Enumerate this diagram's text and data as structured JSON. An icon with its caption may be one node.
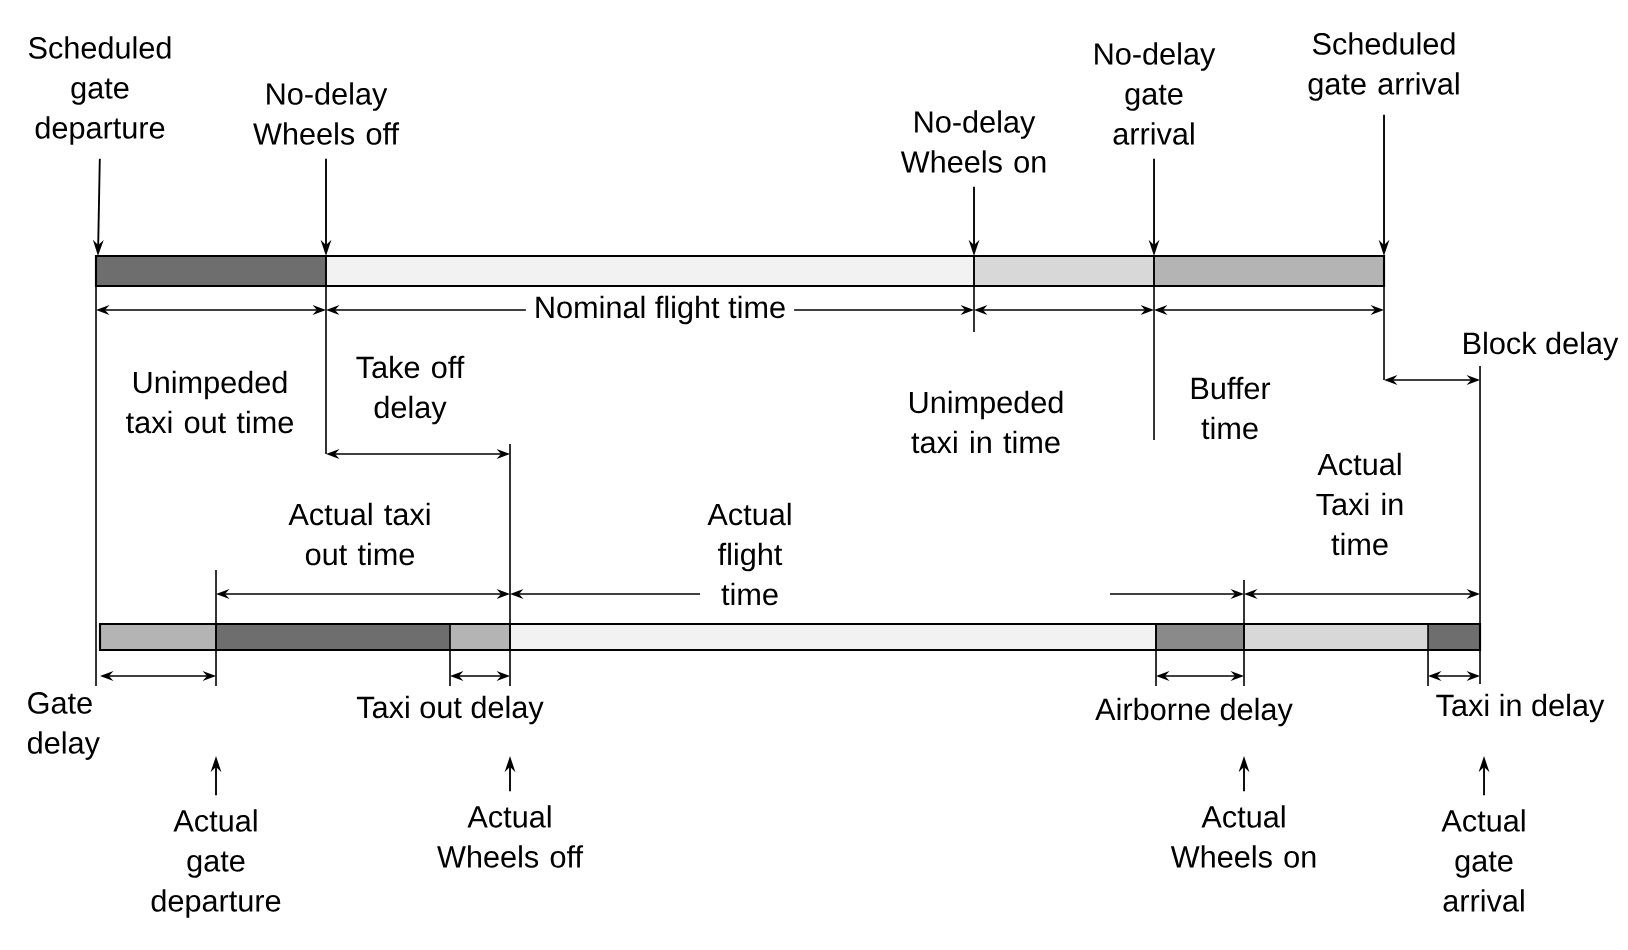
{
  "diagram": {
    "nodes": [
      {
        "text": [
          "Scheduled gate departure"
        ]
      },
      {
        "text": [
          "No-delay Wheels off"
        ]
      },
      {
        "text": [
          "No-delay Wheels on"
        ]
      },
      {
        "text": [
          "No-delay gate arrival"
        ]
      },
      {
        "text": [
          "Scheduled gate arrival"
        ]
      },
      {
        "text": [
          "Actual gate departure"
        ]
      },
      {
        "text": [
          "Actual Wheels off"
        ]
      },
      {
        "text": [
          "Actual Wheels on"
        ]
      },
      {
        "text": [
          "Actual gate arrival"
        ]
      }
    ],
    "edges": [
      {
        "from": 0,
        "to": null,
        "arrow": "to"
      },
      {
        "from": 1,
        "to": null,
        "arrow": "to"
      },
      {
        "from": 2,
        "to": null,
        "arrow": "to"
      },
      {
        "from": 3,
        "to": null,
        "arrow": "to"
      },
      {
        "from": 4,
        "to": null,
        "arrow": "to"
      },
      {
        "from": 5,
        "to": null,
        "arrow": "to"
      },
      {
        "from": 6,
        "to": null,
        "arrow": "to"
      },
      {
        "from": 7,
        "to": null,
        "arrow": "to"
      },
      {
        "from": 8,
        "to": null,
        "arrow": "to"
      }
    ],
    "labels": [
      "Nominal flight time",
      "Unimpeded taxi out time",
      "Take off delay",
      "Unimpeded taxi in time",
      "Buffer time",
      "Block delay",
      "Actual taxi out time",
      "Actual flight time",
      "Actual Taxi in time",
      "Gate delay",
      "Taxi out delay",
      "Airborne delay",
      "Taxi in delay"
    ]
  }
}
